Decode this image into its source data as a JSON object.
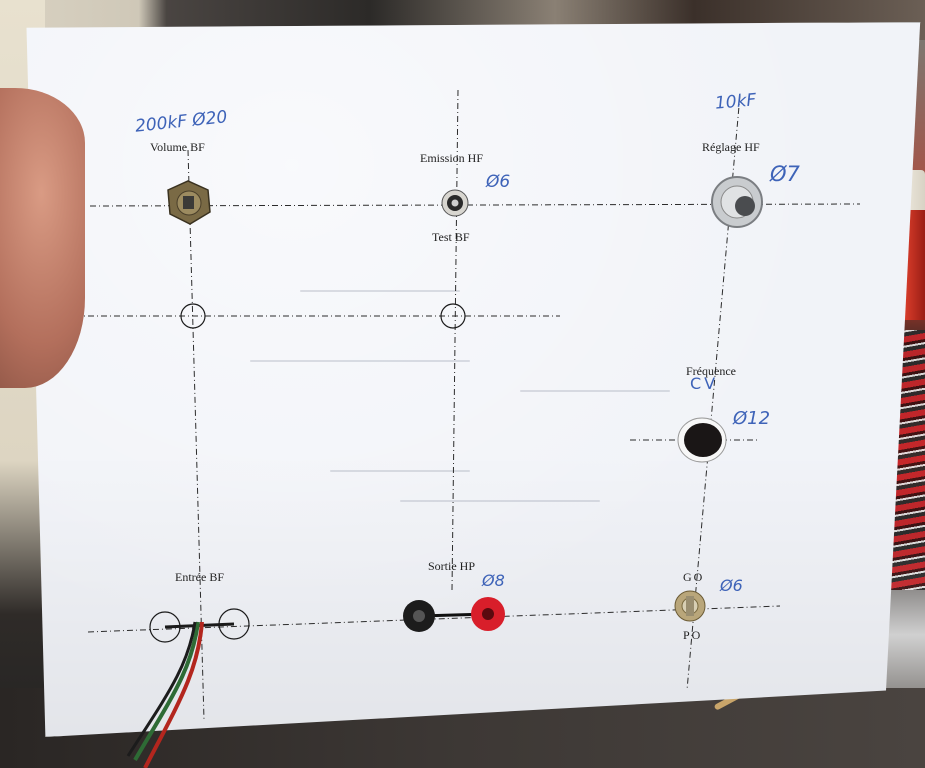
{
  "labels": {
    "volume": "Volume BF",
    "emission": "Emission HF",
    "test": "Test BF",
    "reglage": "Réglage HF",
    "frequence": "Fréquence",
    "entree": "Entrée BF",
    "sortie": "Sortie HP",
    "go": "GO",
    "po": "PO"
  },
  "handwriting": {
    "volume_note": "200kF Ø20",
    "reglage_note": "10kF",
    "emission_dia": "Ø6",
    "reglage_dia": "Ø7",
    "freq_note": "CV",
    "freq_dia": "Ø12",
    "sortie_dia": "Ø8",
    "switch_dia": "Ø6"
  },
  "colors": {
    "paper": "#f1f3f8",
    "ink": "#3e63b8",
    "red_jack": "#d81e2a",
    "black_jack": "#1c1c1c"
  }
}
